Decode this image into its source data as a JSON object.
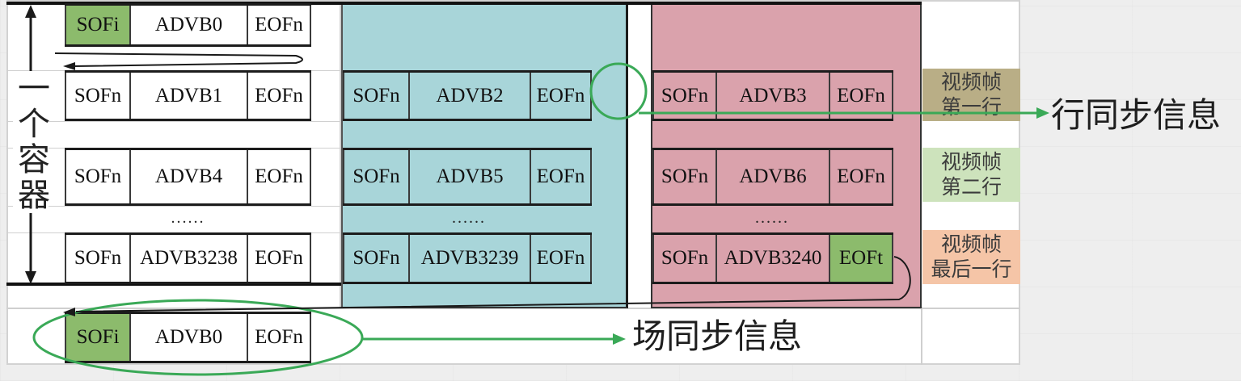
{
  "container_label": "一个容器",
  "first_row": {
    "sof": "SOFi",
    "advb": "ADVB0",
    "eof": "EOFn"
  },
  "columns": [
    {
      "rows": [
        {
          "sof": "SOFn",
          "advb": "ADVB1",
          "eof": "EOFn"
        },
        {
          "sof": "SOFn",
          "advb": "ADVB4",
          "eof": "EOFn"
        },
        {
          "sof": "SOFn",
          "advb": "ADVB3238",
          "eof": "EOFn"
        }
      ],
      "ellipsis": "......"
    },
    {
      "rows": [
        {
          "sof": "SOFn",
          "advb": "ADVB2",
          "eof": "EOFn"
        },
        {
          "sof": "SOFn",
          "advb": "ADVB5",
          "eof": "EOFn"
        },
        {
          "sof": "SOFn",
          "advb": "ADVB3239",
          "eof": "EOFn"
        }
      ],
      "ellipsis": "......"
    },
    {
      "rows": [
        {
          "sof": "SOFn",
          "advb": "ADVB3",
          "eof": "EOFn"
        },
        {
          "sof": "SOFn",
          "advb": "ADVB6",
          "eof": "EOFn"
        },
        {
          "sof": "SOFn",
          "advb": "ADVB3240",
          "eof": "EOFt"
        }
      ],
      "ellipsis": "......"
    }
  ],
  "row_labels": [
    {
      "line1": "视频帧",
      "line2": "第一行"
    },
    {
      "line1": "视频帧",
      "line2": "第二行"
    },
    {
      "line1": "视频帧",
      "line2": "最后一行"
    }
  ],
  "line_sync_label": "行同步信息",
  "next_frame_row": {
    "sof": "SOFi",
    "advb": "ADVB0",
    "eof": "EOFn"
  },
  "field_sync_label": "场同步信息",
  "colors": {
    "start_end_block": "#8cbb6c",
    "column_2_bg": "#a8d5d9",
    "column_3_bg": "#daa2ac",
    "label_first_row": "#b9ae86",
    "label_second_row": "#cde3bc",
    "label_last_row": "#f5c5a7",
    "sync_marker": "#3aa957"
  }
}
